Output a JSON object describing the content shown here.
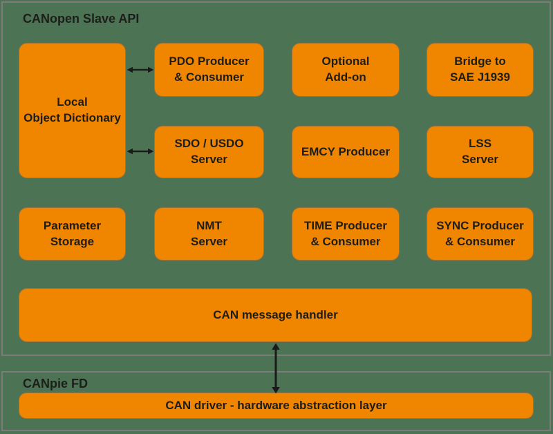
{
  "colors": {
    "background": "#4C7454",
    "box_fill": "#F08500",
    "box_outline": "rgba(96,96,96,0.55)",
    "container_border": "#7C7C7C",
    "text": "#1D1D1B",
    "arrow": "#1A1A1A"
  },
  "sections": {
    "api": {
      "title": "CANopen Slave API",
      "boxes": {
        "local_object_dictionary": "Local\nObject Dictionary",
        "pdo": "PDO Producer\n& Consumer",
        "optional_addon": "Optional\nAdd-on",
        "bridge_j1939": "Bridge to\nSAE J1939",
        "sdo_usdo": "SDO / USDO\nServer",
        "emcy": "EMCY Producer",
        "lss": "LSS\nServer",
        "parameter_storage": "Parameter\nStorage",
        "nmt": "NMT\nServer",
        "time": "TIME Producer\n& Consumer",
        "sync": "SYNC Producer\n& Consumer",
        "message_handler": "CAN message handler"
      }
    },
    "canpie": {
      "title": "CANpie FD",
      "boxes": {
        "can_driver": "CAN driver - hardware abstraction layer"
      }
    }
  },
  "arrows": {
    "object_dictionary_pdo": "bidirectional-horizontal",
    "object_dictionary_sdo": "bidirectional-horizontal",
    "message_handler_driver": "bidirectional-vertical"
  }
}
